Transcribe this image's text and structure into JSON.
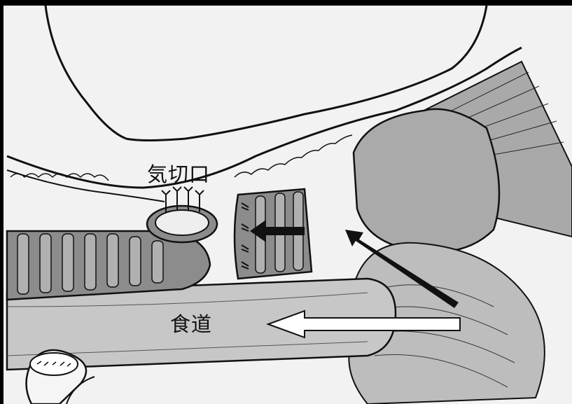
{
  "labels": {
    "stoma": "気切口",
    "esophagus": "食道"
  },
  "colors": {
    "background": "#000000",
    "paper": "#f2f2f2",
    "tissue_gray": "#a9a9a9",
    "dark_gray": "#7d7d7d",
    "line": "#111111",
    "arrow_dark": "#111111",
    "arrow_light": "#ffffff"
  },
  "arrows": [
    {
      "name": "arrow-dark-left",
      "fill": "black"
    },
    {
      "name": "arrow-dark-diagonal",
      "fill": "black"
    },
    {
      "name": "arrow-white-left",
      "fill": "white"
    }
  ]
}
